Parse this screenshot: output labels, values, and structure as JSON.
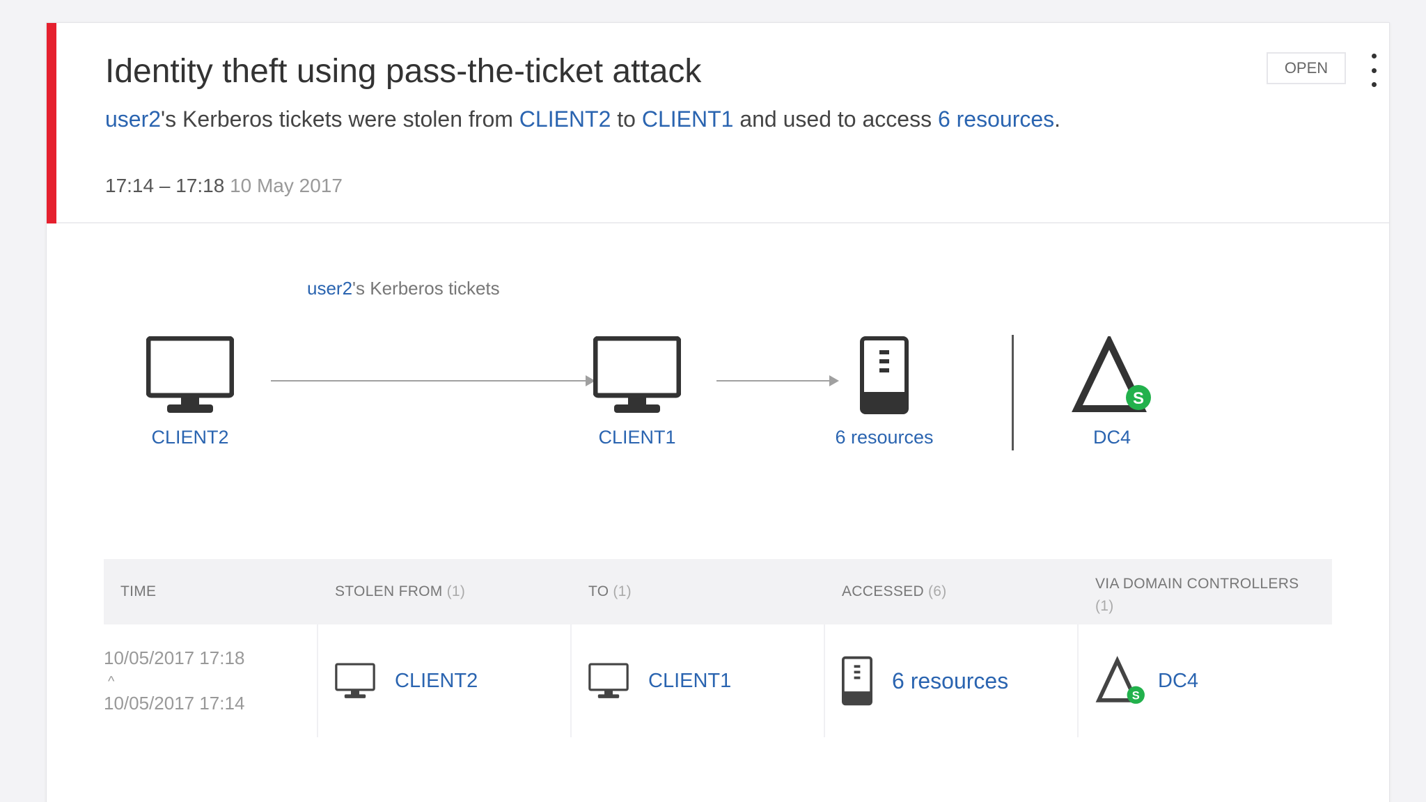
{
  "alert": {
    "title": "Identity theft using pass-the-ticket attack",
    "severity_color": "#e5202e",
    "status": "OPEN",
    "description": {
      "user": "user2",
      "t1": "'s Kerberos tickets were stolen from ",
      "source": "CLIENT2",
      "t2": " to ",
      "target": "CLIENT1",
      "t3": " and used to access ",
      "resources": "6 resources",
      "t4": "."
    },
    "time_range": "17:14 – 17:18",
    "date": "10 May 2017"
  },
  "diagram": {
    "source": {
      "label": "CLIENT2",
      "icon": "monitor-icon"
    },
    "edge_label_user": "user2",
    "edge_label_rest": "'s Kerberos tickets",
    "target": {
      "label": "CLIENT1",
      "icon": "monitor-icon"
    },
    "resources": {
      "label": "6 resources",
      "icon": "server-icon"
    },
    "dc": {
      "label": "DC4",
      "icon": "domain-controller-icon",
      "badge": "S"
    }
  },
  "table": {
    "headers": [
      {
        "label": "TIME",
        "count": ""
      },
      {
        "label": "STOLEN FROM",
        "count": "(1)"
      },
      {
        "label": "TO",
        "count": "(1)"
      },
      {
        "label": "ACCESSED",
        "count": "(6)"
      },
      {
        "label": "VIA DOMAIN CONTROLLERS",
        "count": "(1)"
      }
    ],
    "row": {
      "time_end": "10/05/2017 17:18",
      "caret": "^",
      "time_start": "10/05/2017 17:14",
      "stolen_from": "CLIENT2",
      "to": "CLIENT1",
      "accessed": "6 resources",
      "via_dc": "DC4",
      "dc_badge": "S"
    }
  },
  "colors": {
    "link": "#2a64b0",
    "badge_green": "#22b14c",
    "icon_dark": "#333333"
  }
}
